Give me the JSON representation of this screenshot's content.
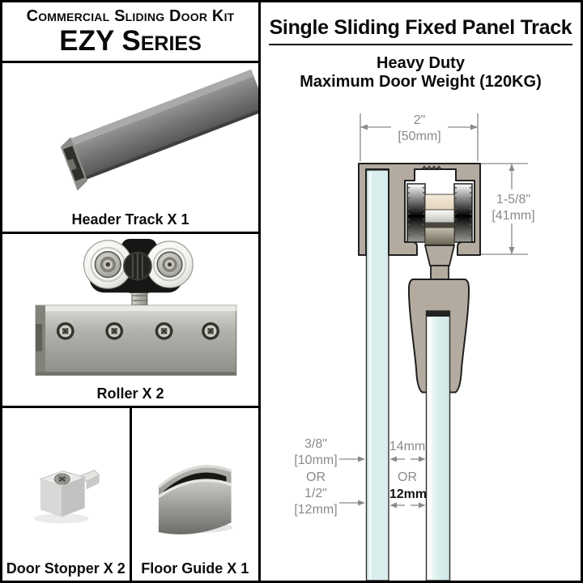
{
  "product": {
    "series_title_line1": "Commercial Sliding Door Kit",
    "series_title_line2": "EZY Series",
    "components": [
      {
        "label": "Header Track X 1"
      },
      {
        "label": "Roller X 2"
      },
      {
        "label": "Door Stopper X 2"
      },
      {
        "label": "Floor Guide X 1"
      }
    ]
  },
  "spec": {
    "title": "Single Sliding Fixed Panel Track",
    "duty_line1": "Heavy Duty",
    "duty_line2": "Maximum Door Weight (120KG)"
  },
  "diagram": {
    "track_width_in": "2\"",
    "track_width_mm": "[50mm]",
    "track_height_in": "1-5/8\"",
    "track_height_mm": "[41mm]",
    "fixed_glass_thickness": {
      "option1_in": "3/8\"",
      "option1_mm": "[10mm]",
      "or": "OR",
      "option2_in": "1/2\"",
      "option2_mm": "[12mm]"
    },
    "glass_gap": {
      "option1": "14mm",
      "or": "OR",
      "option2": "12mm"
    },
    "colors": {
      "track_fill": "#b4aba0",
      "glass_fill": "#d9eeec",
      "dimension_text": "#8a8a8a",
      "outline": "#1f1f1f"
    }
  }
}
